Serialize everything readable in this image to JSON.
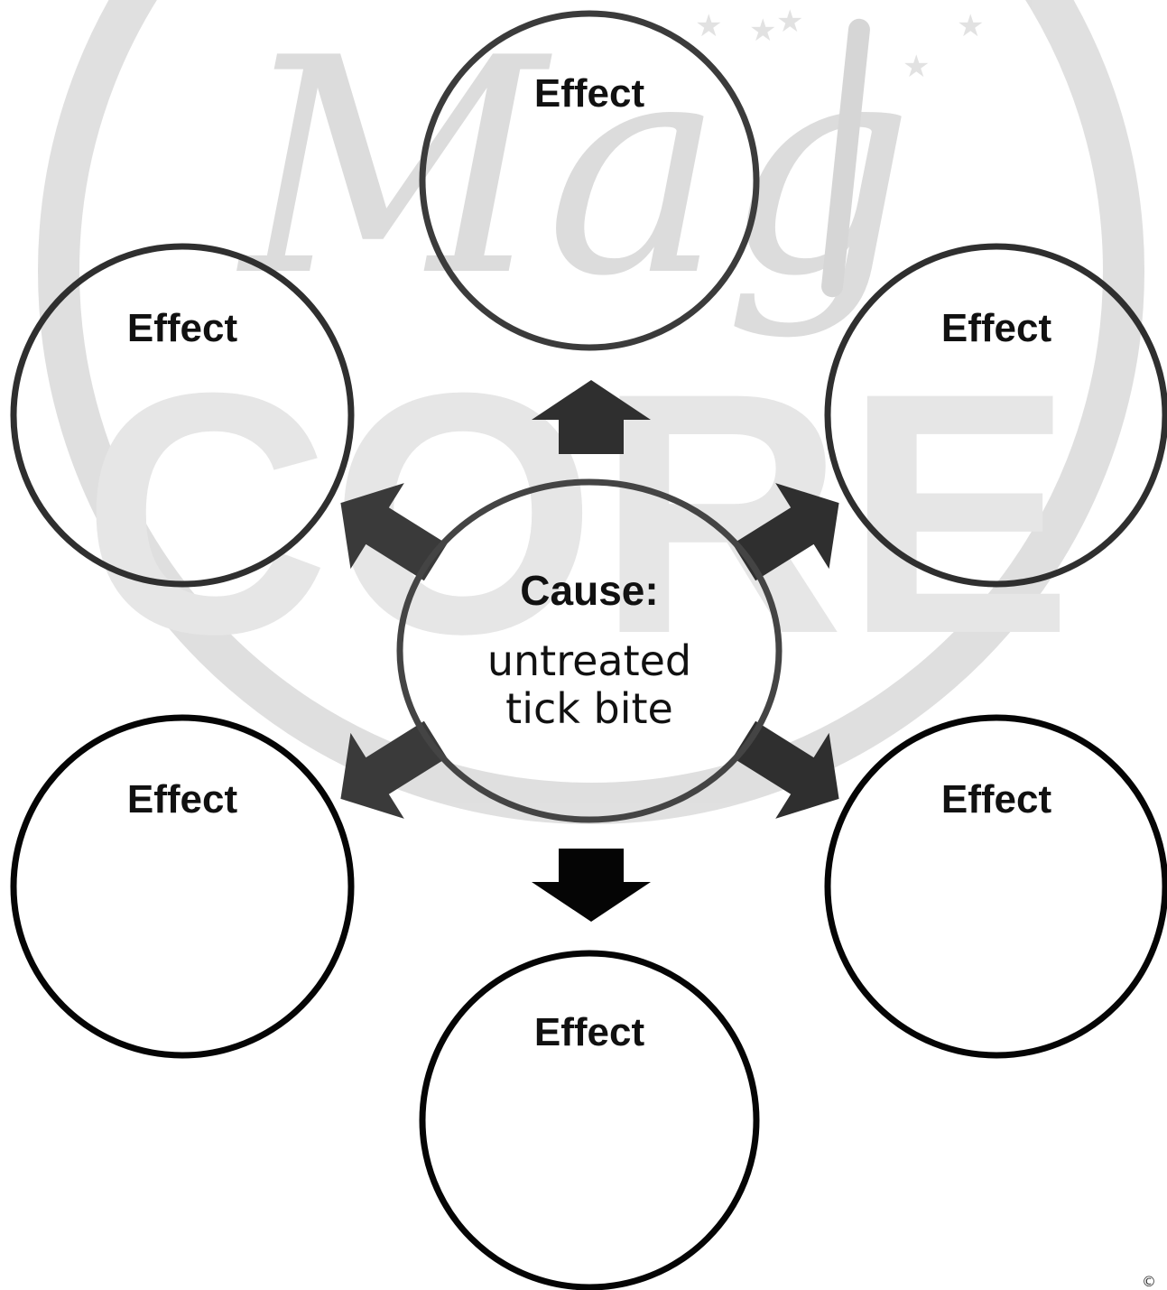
{
  "watermark": {
    "script_text": "Mag",
    "block_text": "CORE"
  },
  "cause": {
    "title": "Cause:",
    "line1": "untreated",
    "line2": "tick bite"
  },
  "effects": [
    {
      "label": "Effect"
    },
    {
      "label": "Effect"
    },
    {
      "label": "Effect"
    },
    {
      "label": "Effect"
    },
    {
      "label": "Effect"
    },
    {
      "label": "Effect"
    }
  ],
  "copyright": "©"
}
